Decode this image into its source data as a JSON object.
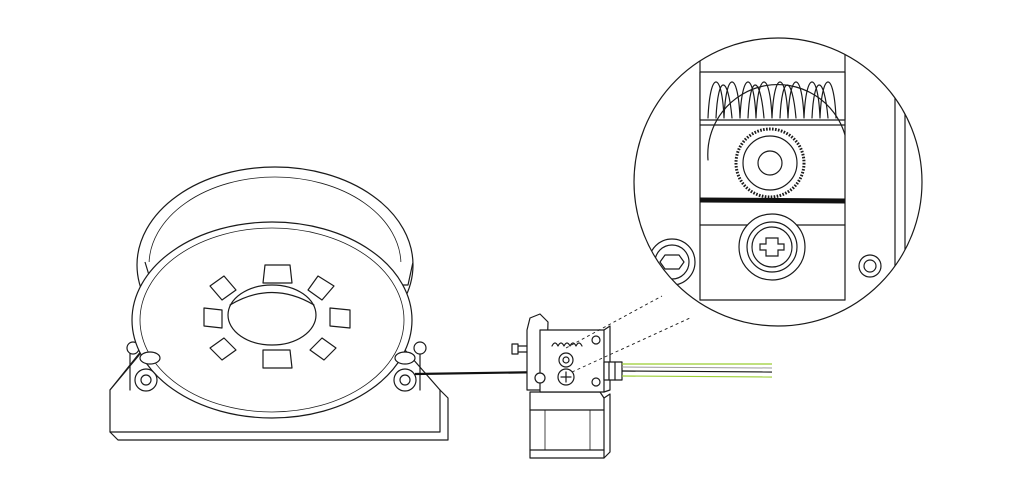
{
  "figure": {
    "parts": [
      "filament-spool",
      "spool-holder",
      "filament",
      "extruder",
      "stepper-motor",
      "bowden-tube",
      "zoom-inset"
    ],
    "colors": {
      "line": "#1a1a1a",
      "background": "#ffffff",
      "filament": "#111111",
      "tube_green": "#9acd32",
      "tube_gray": "#9a9a9a"
    },
    "icons": [
      "phillips-screw-icon",
      "hex-socket-screw-icon",
      "spring-icon",
      "drive-gear-icon"
    ]
  }
}
